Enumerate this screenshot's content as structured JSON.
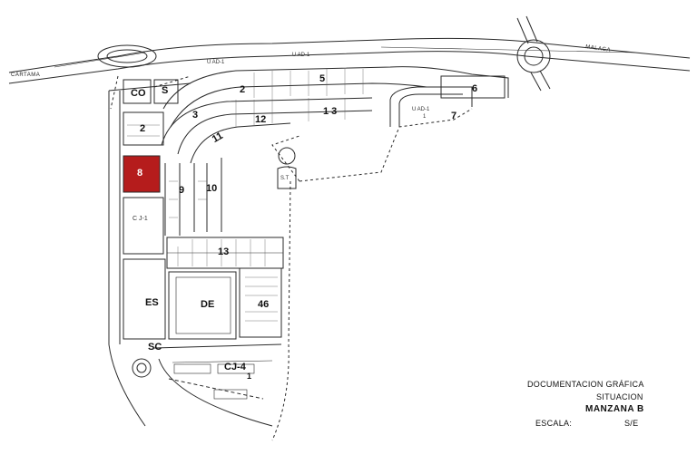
{
  "roads": {
    "west": "CARTAMA",
    "east": "MALAGA",
    "uad1_top": "U AD-1",
    "uad1_top2": "U AD-1",
    "uad1_right": "U AD-1",
    "uad1_right_num": "1"
  },
  "blocks": {
    "co": "CO",
    "s": "S",
    "b2_left": "2",
    "b3": "3",
    "b2_top": "2",
    "b5": "5",
    "b6": "6",
    "b7": "7",
    "b11": "11",
    "b12": "12",
    "b13_top": "1 3",
    "b8": "8",
    "b9": "9",
    "b10": "10",
    "cj1": "C J-1",
    "b13": "13",
    "es": "ES",
    "de": "DE",
    "b46": "46",
    "sc": "SC",
    "cj4": "CJ-4",
    "cj4_num": "1",
    "st": "S.T"
  },
  "info": {
    "doc": "DOCUMENTACION GRÁFICA",
    "situacion": "SITUACION",
    "manzana": "MANZANA B",
    "escala_label": "ESCALA:",
    "escala_value": "S/E"
  },
  "colors": {
    "highlight": "#b51c1c",
    "line": "#2a2a2a"
  }
}
